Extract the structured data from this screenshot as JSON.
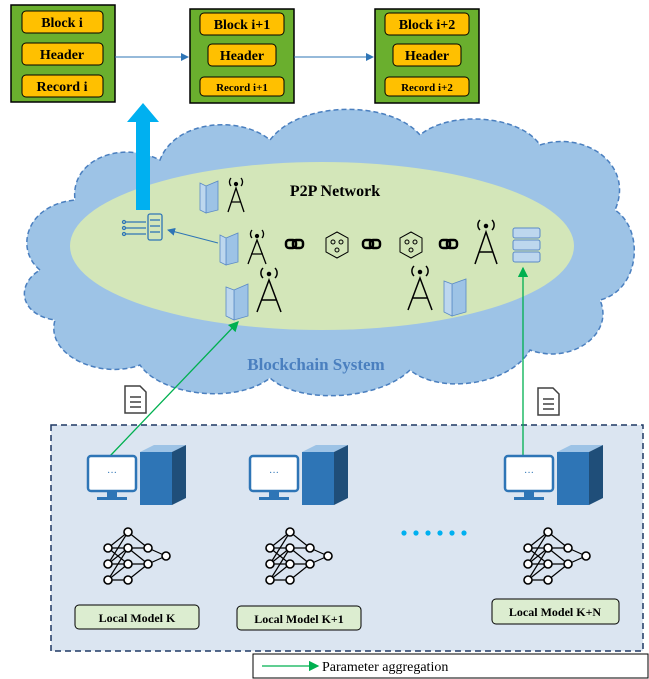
{
  "colors": {
    "block_fill": "#6aaf2e",
    "block_inner": "#ffc000",
    "cloud_fill": "#9dc3e6",
    "ellipse_fill": "#d3e6b9",
    "network_title_color": "#4a7fbf",
    "lower_fill": "#dbe5f1",
    "model_fill": "#dcedd0",
    "arrow_blue": "#00b0f0",
    "green_arrow": "#00b050",
    "server_blue": "#2e75b6"
  },
  "blocks": [
    {
      "block": "Block i",
      "header": "Header",
      "record": "Record i"
    },
    {
      "block": "Block i+1",
      "header": "Header",
      "record": "Record i+1"
    },
    {
      "block": "Block i+2",
      "header": "Header",
      "record": "Record i+2"
    }
  ],
  "network": {
    "p2p_label": "P2P Network",
    "system_label": "Blockchain System"
  },
  "models": [
    {
      "label": "Local Model K"
    },
    {
      "label": "Local Model K+1"
    },
    {
      "label": "Local Model K+N"
    }
  ],
  "legend": {
    "parameter_aggregation": "Parameter aggregation"
  }
}
